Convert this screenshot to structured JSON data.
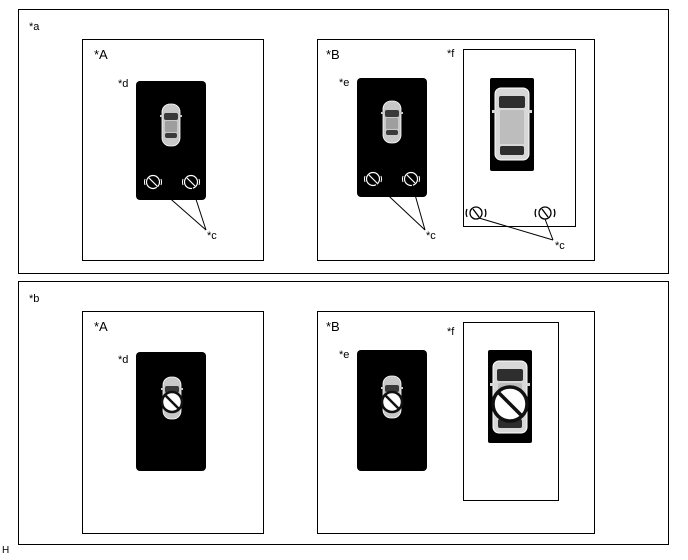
{
  "labels": {
    "a": "*a",
    "b": "*b",
    "A": "*A",
    "B": "*B",
    "c": "*c",
    "d": "*d",
    "e": "*e",
    "f": "*f",
    "footer": "H"
  },
  "colors": {
    "screen_bg": "#000000",
    "frame_border": "#000000",
    "car_body": "#bdbdbd",
    "prohibit": "#111111"
  },
  "icons": [
    "sedan-top-view-icon",
    "suv-top-view-icon",
    "parking-sensor-icon",
    "prohibition-icon"
  ]
}
